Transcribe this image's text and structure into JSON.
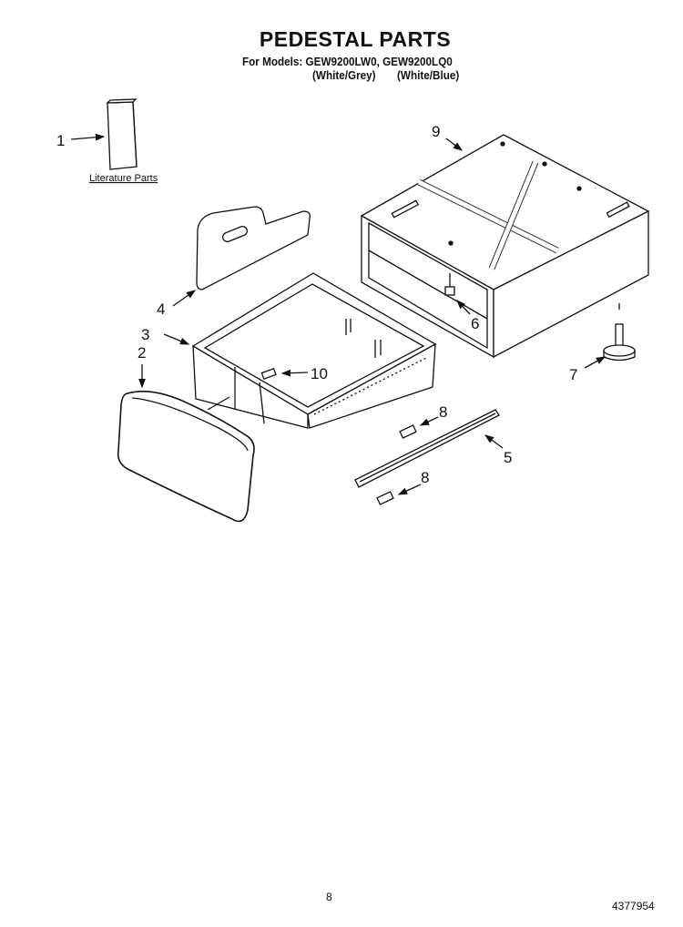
{
  "header": {
    "title": "PEDESTAL PARTS",
    "models": "For Models: GEW9200LW0, GEW9200LQ0",
    "color_1": "(White/Grey)",
    "color_2": "(White/Blue)"
  },
  "callouts": {
    "c1": "1",
    "literature": "Literature Parts",
    "c2": "2",
    "c3": "3",
    "c4": "4",
    "c5": "5",
    "c6": "6",
    "c7": "7",
    "c8a": "8",
    "c8b": "8",
    "c9": "9",
    "c10": "10"
  },
  "footer": {
    "page": "8",
    "doc_number": "4377954"
  }
}
